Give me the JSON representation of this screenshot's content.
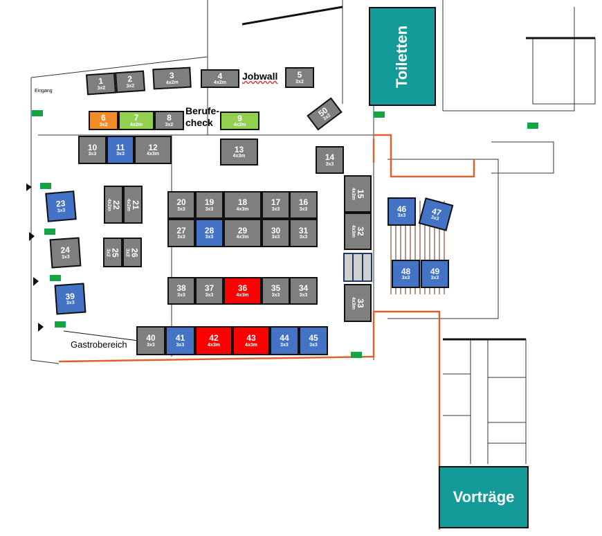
{
  "labels": {
    "jobwall": "Jobwall",
    "berufecheck": "Berufe-check",
    "gastro": "Gastrobereich",
    "eingang": "Eingang",
    "toiletten": "Toiletten",
    "vortraege": "Vorträge"
  },
  "colors": {
    "standard": "#7f7f7f",
    "blue": "#4472c4",
    "red": "#ff0000",
    "orange": "#f28c28",
    "green": "#92d050",
    "teal": "#159a9a"
  },
  "booths": [
    {
      "number": "1",
      "size": "3x2",
      "color": "gray"
    },
    {
      "number": "2",
      "size": "3x2",
      "color": "gray"
    },
    {
      "number": "3",
      "size": "4x2m",
      "color": "gray"
    },
    {
      "number": "4",
      "size": "4x2m",
      "color": "gray"
    },
    {
      "number": "5",
      "size": "3x2",
      "color": "gray"
    },
    {
      "number": "6",
      "size": "3x2",
      "color": "orange"
    },
    {
      "number": "7",
      "size": "4x2m",
      "color": "green"
    },
    {
      "number": "8",
      "size": "3x2",
      "color": "gray"
    },
    {
      "number": "9",
      "size": "4x2m",
      "color": "green"
    },
    {
      "number": "10",
      "size": "3x3",
      "color": "gray"
    },
    {
      "number": "11",
      "size": "3x3",
      "color": "blue"
    },
    {
      "number": "12",
      "size": "4x3m",
      "color": "gray"
    },
    {
      "number": "13",
      "size": "4x3m",
      "color": "gray"
    },
    {
      "number": "14",
      "size": "3x3",
      "color": "gray"
    },
    {
      "number": "15",
      "size": "4x3m",
      "color": "gray"
    },
    {
      "number": "16",
      "size": "3x3",
      "color": "gray"
    },
    {
      "number": "17",
      "size": "3x3",
      "color": "gray"
    },
    {
      "number": "18",
      "size": "4x3m",
      "color": "gray"
    },
    {
      "number": "19",
      "size": "3x3",
      "color": "gray"
    },
    {
      "number": "20",
      "size": "3x3",
      "color": "gray"
    },
    {
      "number": "21",
      "size": "4x2m",
      "color": "gray"
    },
    {
      "number": "22",
      "size": "4x2m",
      "color": "gray"
    },
    {
      "number": "23",
      "size": "3x3",
      "color": "blue"
    },
    {
      "number": "24",
      "size": "3x3",
      "color": "gray"
    },
    {
      "number": "25",
      "size": "3x2",
      "color": "gray"
    },
    {
      "number": "26",
      "size": "3x2",
      "color": "gray"
    },
    {
      "number": "27",
      "size": "3x3",
      "color": "gray"
    },
    {
      "number": "28",
      "size": "3x3",
      "color": "blue"
    },
    {
      "number": "29",
      "size": "4x3m",
      "color": "gray"
    },
    {
      "number": "30",
      "size": "3x3",
      "color": "gray"
    },
    {
      "number": "31",
      "size": "3x3",
      "color": "gray"
    },
    {
      "number": "32",
      "size": "4x3m",
      "color": "gray"
    },
    {
      "number": "33",
      "size": "4x3m",
      "color": "gray"
    },
    {
      "number": "34",
      "size": "3x3",
      "color": "gray"
    },
    {
      "number": "35",
      "size": "3x3",
      "color": "gray"
    },
    {
      "number": "36",
      "size": "4x3m",
      "color": "red"
    },
    {
      "number": "37",
      "size": "3x3",
      "color": "gray"
    },
    {
      "number": "38",
      "size": "3x3",
      "color": "gray"
    },
    {
      "number": "39",
      "size": "3x3",
      "color": "blue"
    },
    {
      "number": "40",
      "size": "3x3",
      "color": "gray"
    },
    {
      "number": "41",
      "size": "3x3",
      "color": "blue"
    },
    {
      "number": "42",
      "size": "4x3m",
      "color": "red"
    },
    {
      "number": "43",
      "size": "4x3m",
      "color": "red"
    },
    {
      "number": "44",
      "size": "3x3",
      "color": "blue"
    },
    {
      "number": "45",
      "size": "3x3",
      "color": "blue"
    },
    {
      "number": "46",
      "size": "3x3",
      "color": "blue"
    },
    {
      "number": "47",
      "size": "3x3",
      "color": "blue"
    },
    {
      "number": "48",
      "size": "3x3",
      "color": "blue"
    },
    {
      "number": "49",
      "size": "3x3",
      "color": "blue"
    },
    {
      "number": "50",
      "size": "3x2",
      "color": "gray"
    }
  ]
}
